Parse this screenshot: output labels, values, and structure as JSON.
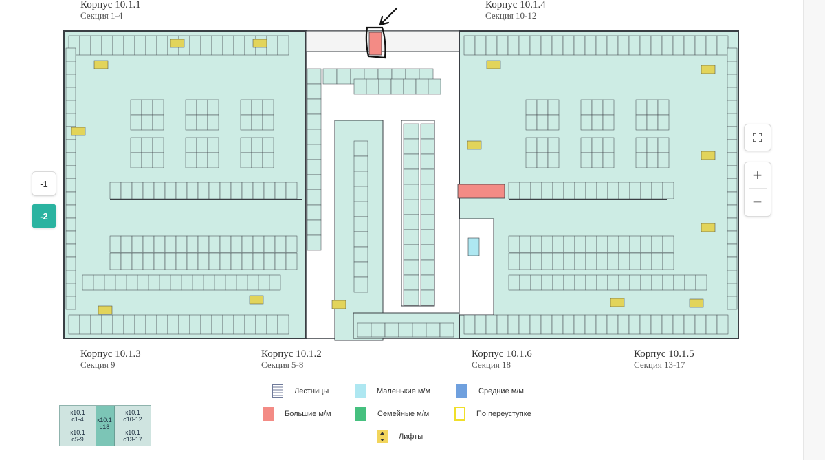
{
  "sections": [
    {
      "title": "Корпус 10.1.1",
      "subtitle": "Секция 1-4"
    },
    {
      "title": "Корпус 10.1.4",
      "subtitle": "Секция 10-12"
    },
    {
      "title": "Корпус 10.1.3",
      "subtitle": "Секция 9"
    },
    {
      "title": "Корпус 10.1.2",
      "subtitle": "Секция 5-8"
    },
    {
      "title": "Корпус 10.1.6",
      "subtitle": "Секция 18"
    },
    {
      "title": "Корпус 10.1.5",
      "subtitle": "Секция 13-17"
    }
  ],
  "floors": {
    "upper": "-1",
    "current": "-2",
    "active": "-2"
  },
  "controls": {
    "fullscreen_icon": "expand-icon",
    "zoom_in": "+",
    "zoom_out": "−"
  },
  "legend": [
    {
      "label": "Лестницы",
      "kind": "stairs",
      "color": "#6f7a9a"
    },
    {
      "label": "Маленькие м/м",
      "kind": "small",
      "color": "#aee7f1"
    },
    {
      "label": "Средние м/м",
      "kind": "medium",
      "color": "#6fa0de"
    },
    {
      "label": "Большие м/м",
      "kind": "large",
      "color": "#f38b85"
    },
    {
      "label": "Семейные м/м",
      "kind": "family",
      "color": "#46c07f"
    },
    {
      "label": "По переуступке",
      "kind": "resale",
      "color": "#f0df2a"
    },
    {
      "label": "Лифты",
      "kind": "elevators",
      "color": "#f2d55c"
    }
  ],
  "minimap": {
    "cells": [
      {
        "k": "к10.1",
        "c": "с1-4"
      },
      {
        "k": "к10.1",
        "c": "с10-12"
      },
      {
        "k": "к10.1",
        "c": "с18"
      },
      {
        "k": "к10.1",
        "c": "с5-9"
      },
      {
        "k": "к10.1",
        "c": "с13-17"
      }
    ]
  },
  "colors": {
    "floor": "#cdece4",
    "wall": "#3a3f44",
    "accent": "#2ab3a0",
    "corridor": "#ffffff",
    "highlight": "#f38b85"
  }
}
